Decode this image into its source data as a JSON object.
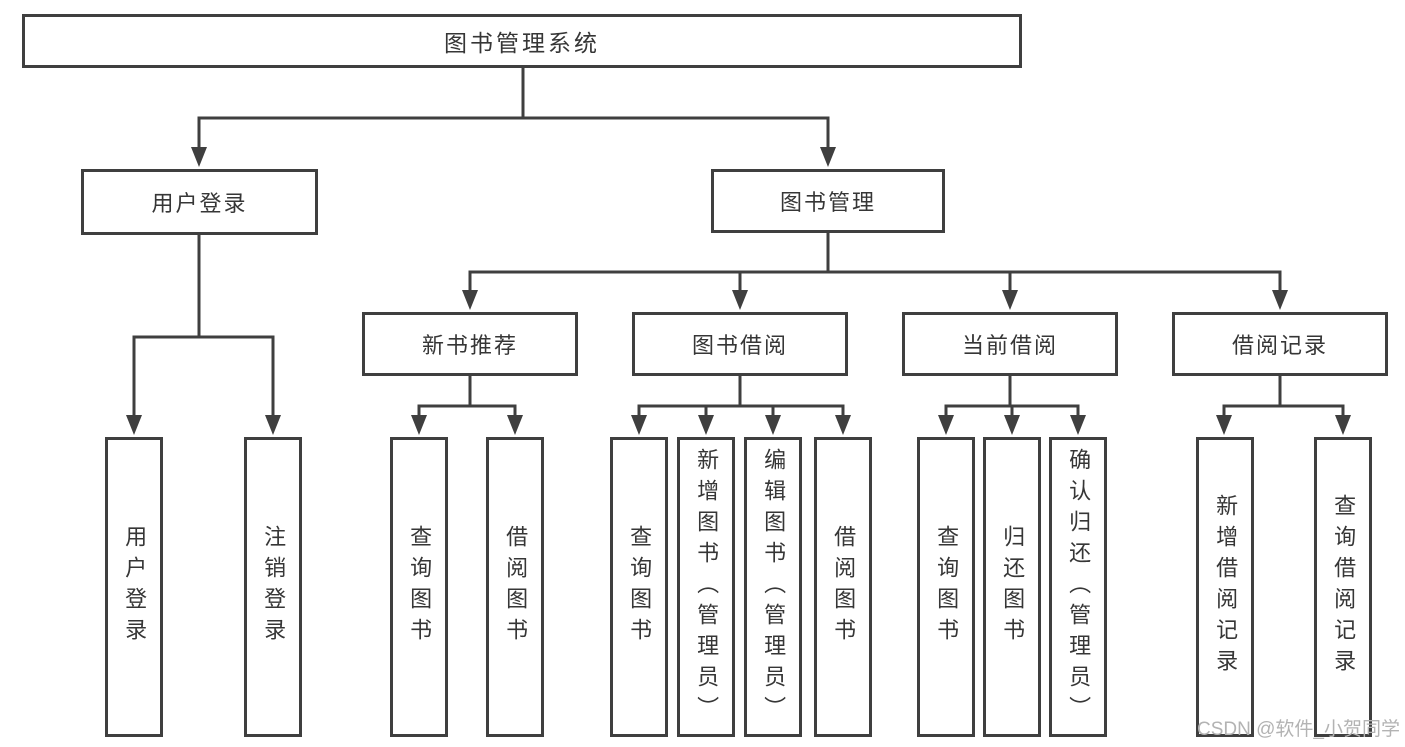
{
  "diagram": {
    "root": {
      "label": "图书管理系统"
    },
    "level2": [
      {
        "id": "user-login",
        "label": "用户登录"
      },
      {
        "id": "book-management",
        "label": "图书管理"
      }
    ],
    "level3": [
      {
        "id": "new-book-recommend",
        "label": "新书推荐"
      },
      {
        "id": "book-borrow",
        "label": "图书借阅"
      },
      {
        "id": "current-borrow",
        "label": "当前借阅"
      },
      {
        "id": "borrow-records",
        "label": "借阅记录"
      }
    ],
    "leaves": {
      "user_login": [
        "用户登录",
        "注销登录"
      ],
      "new_book_recommend": [
        "查询图书",
        "借阅图书"
      ],
      "book_borrow": [
        "查询图书",
        "新增图书（管理员）",
        "编辑图书（管理员）",
        "借阅图书"
      ],
      "current_borrow": [
        "查询图书",
        "归还图书",
        "确认归还（管理员）"
      ],
      "borrow_records": [
        "新增借阅记录",
        "查询借阅记录"
      ]
    }
  },
  "watermark": "CSDN @软件_小贺同学",
  "colors": {
    "line": "#3f3f3f",
    "text": "#363636",
    "box_fill": "#ffffff",
    "watermark": "#b3b3b3",
    "background": "#ffffff"
  }
}
